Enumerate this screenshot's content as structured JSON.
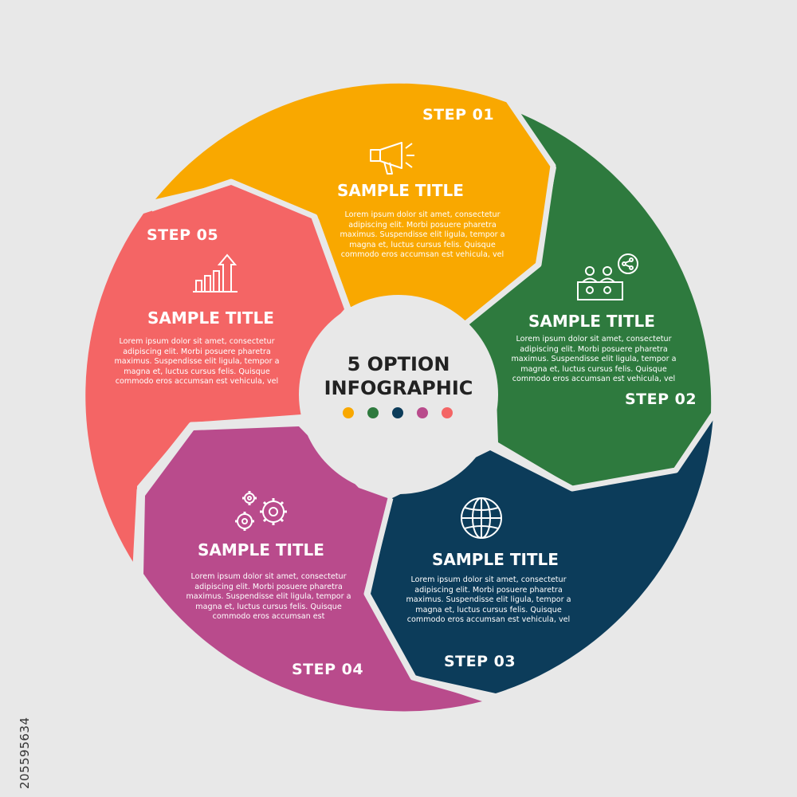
{
  "center": {
    "title_line1": "5 OPTION",
    "title_line2": "INFOGRAPHIC",
    "dots": [
      "#f9a800",
      "#2e7a3e",
      "#0c3c5a",
      "#b94b8c",
      "#f46565"
    ]
  },
  "segments": [
    {
      "step": "STEP 01",
      "title": "SAMPLE TITLE",
      "body": "Lorem ipsum dolor sit amet, consectetur adipiscing elit. Morbi posuere pharetra maximus. Suspendisse elit ligula, tempor a magna et, luctus cursus felis. Quisque commodo eros accumsan est vehicula, vel",
      "icon": "megaphone-icon",
      "color": "#f9a800"
    },
    {
      "step": "STEP 02",
      "title": "SAMPLE TITLE",
      "body": "Lorem ipsum dolor sit amet, consectetur adipiscing elit. Morbi posuere pharetra maximus. Suspendisse elit ligula, tempor a magna et, luctus cursus felis. Quisque commodo eros accumsan est vehicula, vel",
      "icon": "meeting-share-icon",
      "color": "#2e7a3e"
    },
    {
      "step": "STEP 03",
      "title": "SAMPLE TITLE",
      "body": "Lorem ipsum dolor sit amet, consectetur adipiscing elit. Morbi posuere pharetra maximus. Suspendisse elit ligula, tempor a magna et, luctus cursus felis. Quisque commodo eros accumsan est vehicula, vel",
      "icon": "globe-icon",
      "color": "#0c3c5a"
    },
    {
      "step": "STEP 04",
      "title": "SAMPLE TITLE",
      "body": "Lorem ipsum dolor sit amet, consectetur adipiscing elit. Morbi posuere pharetra maximus. Suspendisse elit ligula, tempor a magna et, luctus cursus felis. Quisque commodo eros accumsan est",
      "icon": "gears-icon",
      "color": "#b94b8c"
    },
    {
      "step": "STEP 05",
      "title": "SAMPLE TITLE",
      "body": "Lorem ipsum dolor sit amet, consectetur adipiscing elit. Morbi posuere pharetra maximus. Suspendisse elit ligula, tempor a magna et, luctus cursus felis. Quisque commodo eros accumsan est vehicula, vel",
      "icon": "growth-chart-icon",
      "color": "#f46565"
    }
  ],
  "stock_id": "205595634"
}
